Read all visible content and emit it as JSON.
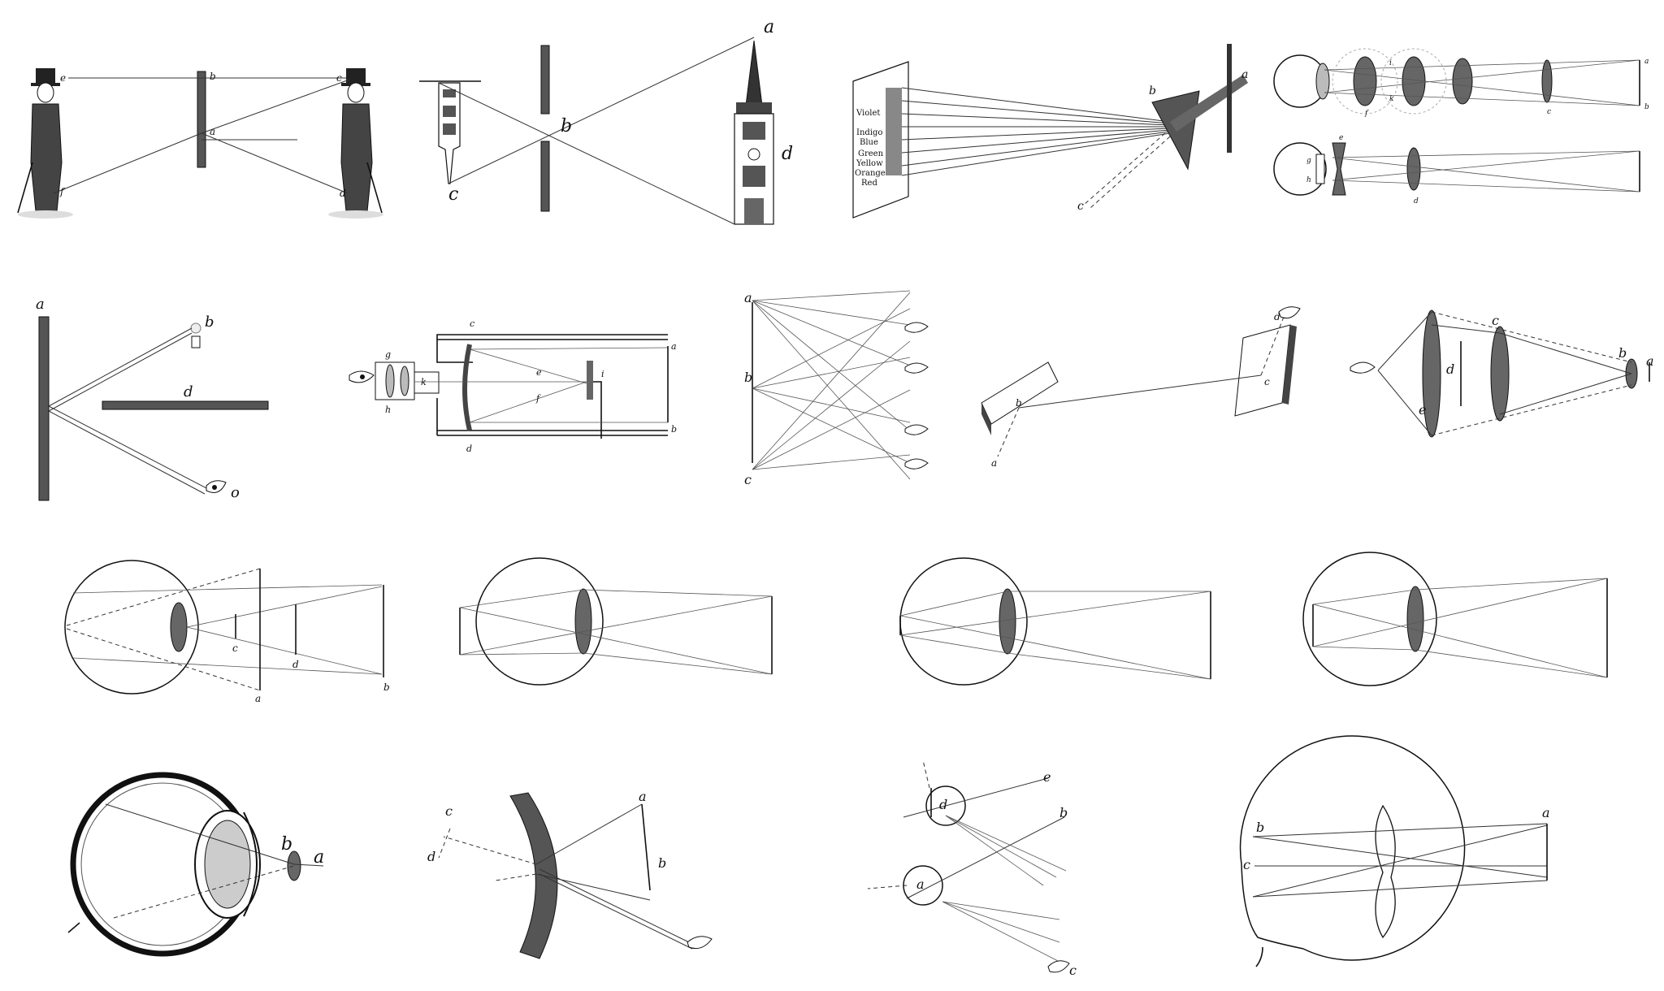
{
  "labels": {
    "men_mirror": {
      "e": "e",
      "b": "b",
      "c": "c",
      "a": "a",
      "f": "f",
      "d": "d"
    },
    "church": {
      "a": "a",
      "b": "b",
      "c": "c",
      "d": "d"
    },
    "prism": {
      "a": "a",
      "b": "b",
      "c": "c"
    },
    "spectrum": [
      "Violet",
      "Indigo",
      "Blue",
      "Green",
      "Yellow",
      "Orange",
      "Red"
    ],
    "correction": {
      "a": "a",
      "b": "b",
      "c": "c",
      "d": "d",
      "e": "e",
      "f": "f",
      "g": "g",
      "h": "h",
      "i": "i",
      "k": "k"
    },
    "candle_mirror": {
      "a": "a",
      "b": "b",
      "d": "d",
      "o": "o"
    },
    "telescope": {
      "a": "a",
      "b": "b",
      "c": "c",
      "d": "d",
      "e": "e",
      "f": "f",
      "g": "g",
      "h": "h",
      "i": "i",
      "k": "k"
    },
    "multi_eye": {
      "a": "a",
      "b": "b",
      "c": "c"
    },
    "two_mirrors": {
      "a": "a",
      "b": "b",
      "c": "c",
      "d": "d"
    },
    "lens_pair": {
      "a": "a",
      "b": "b",
      "c": "c",
      "d": "d",
      "e": "e"
    },
    "eye_focus": {
      "a": "a",
      "b": "b",
      "c": "c",
      "d": "d"
    },
    "eyeball_section": {
      "a": "a",
      "b": "b"
    },
    "convex_mirror": {
      "a": "a",
      "b": "b",
      "c": "c",
      "d": "d"
    },
    "raindrops": {
      "a": "a",
      "b": "b",
      "c": "c",
      "d": "d",
      "e": "e"
    },
    "eye_inversion": {
      "a": "a",
      "b": "b",
      "c": "c"
    }
  },
  "colors": {
    "ink": "#111111",
    "shade": "#555555",
    "background": "#ffffff"
  },
  "icons": [
    "eye-icon",
    "gentleman-figure-icon",
    "church-tower-icon",
    "candle-icon",
    "inverted-tower-icon"
  ]
}
